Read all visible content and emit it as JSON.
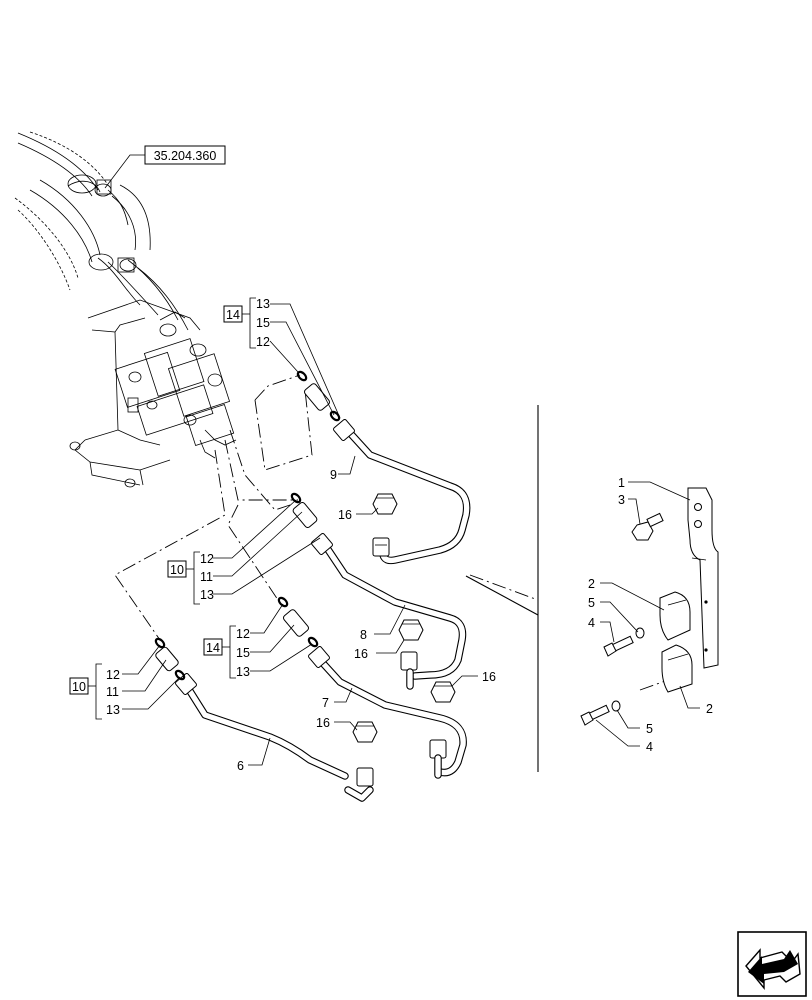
{
  "reference_box": "35.204.360",
  "callouts": {
    "p1": "1",
    "p2a": "2",
    "p2b": "2",
    "p3": "3",
    "p4a": "4",
    "p4b": "4",
    "p5a": "5",
    "p5b": "5",
    "p6": "6",
    "p7": "7",
    "p8": "8",
    "p9": "9",
    "p16a": "16",
    "p16b": "16",
    "p16c": "16",
    "p16d": "16"
  },
  "groups": {
    "g14a": {
      "label": "14",
      "items": [
        "13",
        "15",
        "12"
      ]
    },
    "g10a": {
      "label": "10",
      "items": [
        "12",
        "11",
        "13"
      ]
    },
    "g14b": {
      "label": "14",
      "items": [
        "12",
        "15",
        "13"
      ]
    },
    "g10b": {
      "label": "10",
      "items": [
        "12",
        "11",
        "13"
      ]
    }
  },
  "icons": {
    "nav": "next-page-arrow-icon"
  }
}
